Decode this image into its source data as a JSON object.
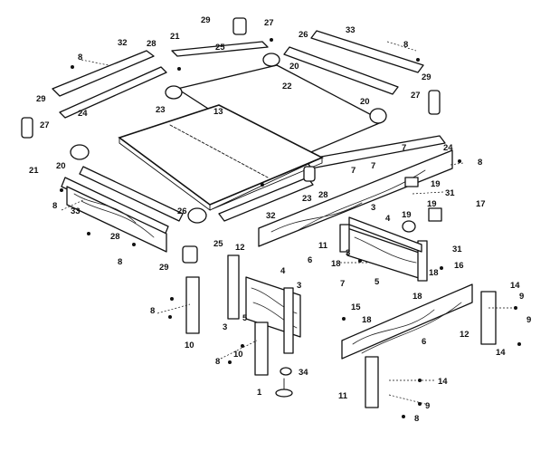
{
  "diagram": {
    "callouts": {
      "c29a": "29",
      "c27a": "27",
      "c33a": "33",
      "c21a": "21",
      "c32a": "32",
      "c28a": "28",
      "c25a": "25",
      "c26a": "26",
      "c8a": "8",
      "c8b": "8",
      "c29b": "29",
      "c27b": "27",
      "c20a": "20",
      "c22": "22",
      "c13": "13",
      "c23a": "23",
      "c24a": "24",
      "c29c": "29",
      "c27c": "27",
      "c21b": "21",
      "c20b": "20",
      "c20c": "20",
      "c7a": "7",
      "c7b": "7",
      "c7c": "7",
      "c24b": "24",
      "c8c": "8",
      "c33b": "33",
      "c28b": "28",
      "c8d": "8",
      "c26b": "26",
      "c29d": "29",
      "c8e": "8",
      "c23b": "23",
      "c28c": "28",
      "c25b": "25",
      "c32b": "32",
      "c19a": "19",
      "c31a": "31",
      "c17": "17",
      "c19b": "19",
      "c3a": "3",
      "c4a": "4",
      "c6a": "6",
      "c11a": "11",
      "c19c": "19",
      "c31b": "31",
      "c18a": "18",
      "c5a": "5",
      "c3b": "3",
      "c12a": "12",
      "c4b": "4",
      "c3c": "3",
      "c7d": "7",
      "c16": "16",
      "c18b": "18",
      "c8f": "8",
      "c5b": "5",
      "c3d": "3",
      "c15": "15",
      "c18c": "18",
      "c10a": "10",
      "c8g": "8",
      "c10b": "10",
      "c34": "34",
      "c1": "1",
      "c6b": "6",
      "c14a": "14",
      "c9a": "9",
      "c14b": "14",
      "c9b": "9",
      "c12b": "12",
      "c14c": "14",
      "c11b": "11",
      "c9c": "9",
      "c8h": "8"
    }
  }
}
